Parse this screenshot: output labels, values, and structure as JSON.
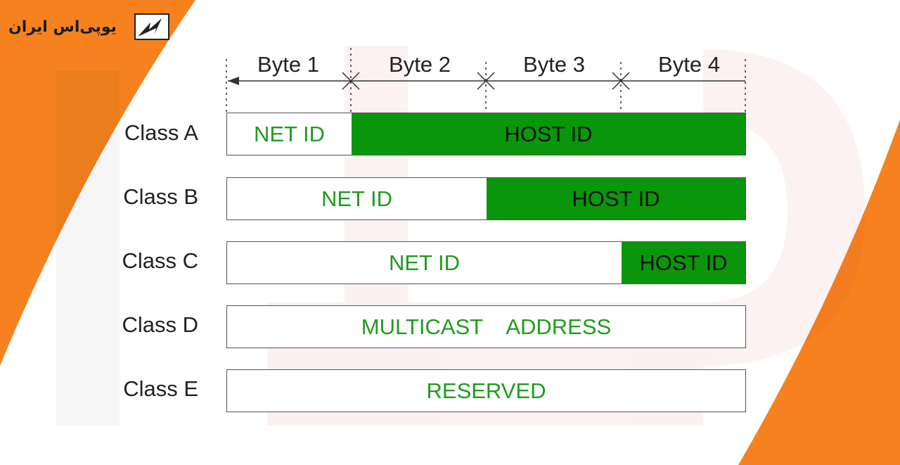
{
  "logo": {
    "text": "یوپی‌اس ایران",
    "icon": "ups-logo-icon"
  },
  "bytes": [
    "Byte 1",
    "Byte 2",
    "Byte 3",
    "Byte 4"
  ],
  "classes": [
    {
      "label": "Class A",
      "net": "NET ID",
      "host": "HOST ID"
    },
    {
      "label": "Class B",
      "net": "NET ID",
      "host": "HOST ID"
    },
    {
      "label": "Class C",
      "net": "NET ID",
      "host": "HOST ID"
    },
    {
      "label": "Class D",
      "text": "MULTICAST    ADDRESS"
    },
    {
      "label": "Class E",
      "text": "RESERVED"
    }
  ],
  "colors": {
    "orange": "#f5821f",
    "host_fill": "#0a960a",
    "net_text": "#1e9c1e"
  }
}
